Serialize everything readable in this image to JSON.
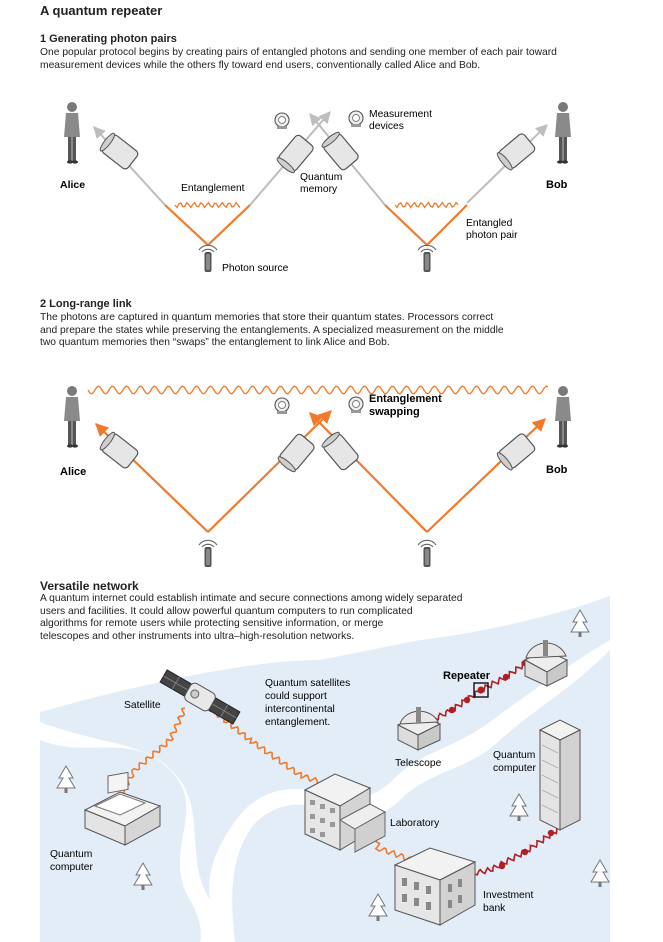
{
  "title": "A quantum repeater",
  "section1": {
    "heading": "1 Generating photon pairs",
    "desc_lines": [
      "One popular protocol begins by creating pairs of entangled photons and sending one member of each pair toward",
      "measurement devices while the others fly toward end users, conventionally called Alice and Bob."
    ],
    "labels": {
      "alice": "Alice",
      "bob": "Bob",
      "entanglement": "Entanglement",
      "quantum_memory": [
        "Quantum",
        "memory"
      ],
      "measurement_devices": [
        "Measurement",
        "devices"
      ],
      "entangled_pair": [
        "Entangled",
        "photon pair"
      ],
      "photon_source": "Photon source"
    }
  },
  "section2": {
    "heading": "2 Long-range link",
    "desc_lines": [
      "The photons are captured in quantum memories that store their quantum states. Processors correct",
      "and prepare the states while preserving the entanglements. A specialized measurement on the middle",
      "two quantum memories then “swaps” the entanglement to link Alice and Bob."
    ],
    "labels": {
      "alice": "Alice",
      "bob": "Bob",
      "swapping": [
        "Entanglement",
        "swapping"
      ]
    }
  },
  "section3": {
    "heading": "Versatile network",
    "desc_lines": [
      "A quantum internet could establish intimate and secure connections among widely separated",
      "users and facilities. It could allow powerful quantum computers to run complicated",
      "algorithms for remote users while protecting sensitive information, or merge",
      "telescopes and other instruments into ultra–high-resolution networks."
    ],
    "labels": {
      "satellite": "Satellite",
      "satellite_note": [
        "Quantum satellites",
        "could support",
        "intercontinental",
        "entanglement."
      ],
      "repeater": "Repeater",
      "telescope": "Telescope",
      "quantum_computer_right": [
        "Quantum",
        "computer"
      ],
      "laboratory": "Laboratory",
      "quantum_computer_left": [
        "Quantum",
        "computer"
      ],
      "investment_bank": [
        "Investment",
        "bank"
      ]
    }
  },
  "colors": {
    "orange": "#f07a2a",
    "gray_beam": "#bdbdbd",
    "red_node": "#b01e23",
    "water": "#dfeaf6"
  }
}
